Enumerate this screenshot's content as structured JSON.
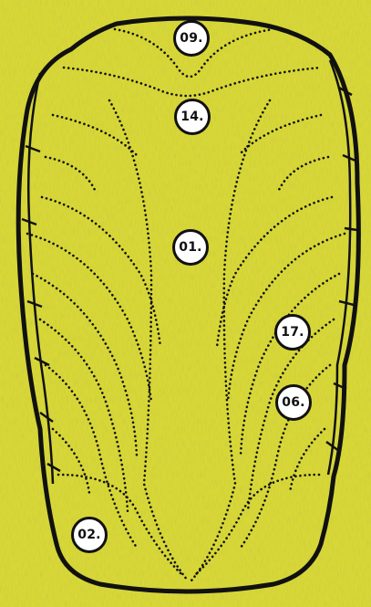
{
  "colors": {
    "background": "#d7d737",
    "outline": "#111111",
    "marker_fill": "#ffffff"
  },
  "markers": [
    {
      "label": "09."
    },
    {
      "label": "14."
    },
    {
      "label": "01."
    },
    {
      "label": "17."
    },
    {
      "label": "06."
    },
    {
      "label": "02."
    }
  ]
}
